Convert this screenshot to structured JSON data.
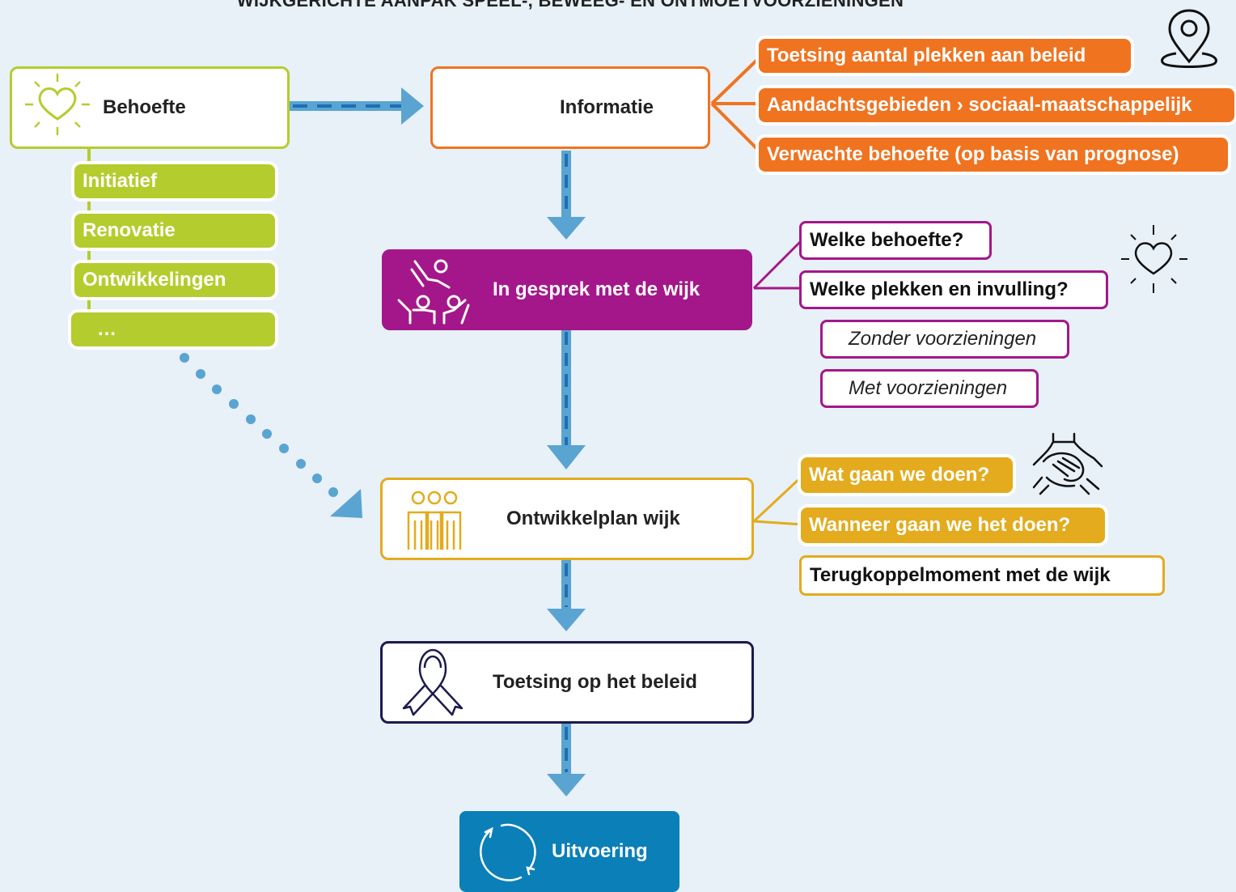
{
  "title": "WIJKGERICHTE AANPAK SPEEL-, BEWEEG- EN ONTMOETVOORZIENINGEN",
  "colors": {
    "green": "#b5cc2e",
    "orange": "#f07320",
    "purple": "#a4178a",
    "gold": "#e3ab1d",
    "navy": "#1b1a4e",
    "blue": "#0b7fb8",
    "arrow": "#5aa4d2"
  },
  "nodes": {
    "behoefte": "Behoefte",
    "informatie": "Informatie",
    "gesprek": "In gesprek met de wijk",
    "ontwikkelplan": "Ontwikkelplan wijk",
    "toetsing": "Toetsing op het beleid",
    "uitvoering": "Uitvoering"
  },
  "behoefte_items": [
    "Initiatief",
    "Renovatie",
    "Ontwikkelingen",
    "…"
  ],
  "informatie_items": [
    "Toetsing aantal plekken aan beleid",
    "Aandachtsgebieden › sociaal-maatschappelijk",
    "Verwachte behoefte (op basis van prognose)"
  ],
  "gesprek_items": [
    "Welke behoefte?",
    "Welke plekken en invulling?"
  ],
  "gesprek_subitems": [
    "Zonder voorzieningen",
    "Met voorzieningen"
  ],
  "ontwikkelplan_items": [
    "Wat gaan we doen?",
    "Wanneer gaan we het doen?",
    "Terugkoppelmoment met de wijk"
  ],
  "icons": [
    "heart-icon",
    "location-pin-icon",
    "people-talking-icon",
    "heart-icon",
    "group-people-icon",
    "hands-together-icon",
    "ribbon-icon",
    "cycle-arrows-icon"
  ]
}
